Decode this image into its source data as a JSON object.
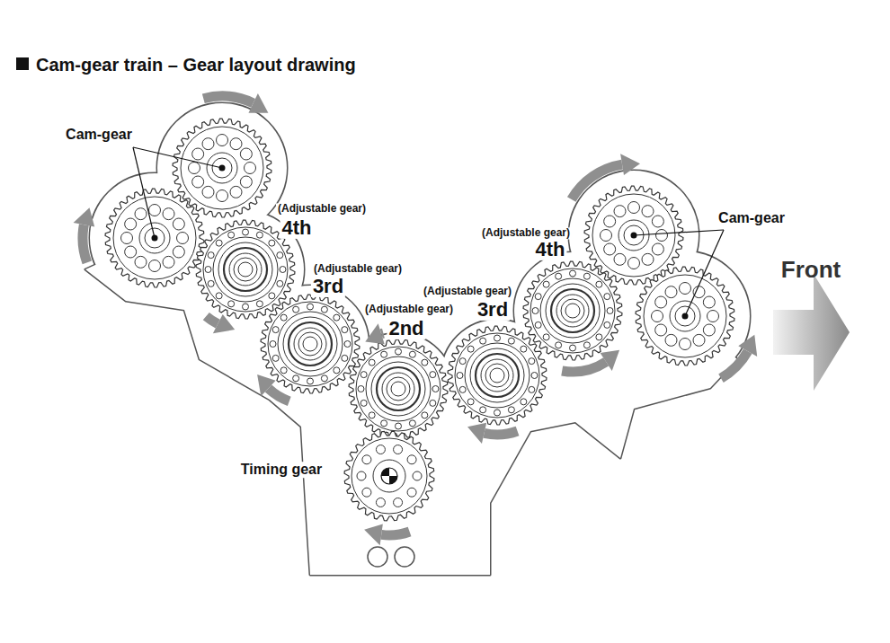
{
  "diagram": {
    "title": "Cam-gear train – Gear layout drawing",
    "labels": [
      "Cam-gear",
      "(Adjustable gear)",
      "4th",
      "(Adjustable gear)",
      "4th",
      "Cam-gear",
      "Front",
      "(Adjustable gear)",
      "3rd",
      "(Adjustable gear)",
      "3rd",
      "(Adjustable gear)",
      "2nd",
      "Timing gear"
    ]
  }
}
